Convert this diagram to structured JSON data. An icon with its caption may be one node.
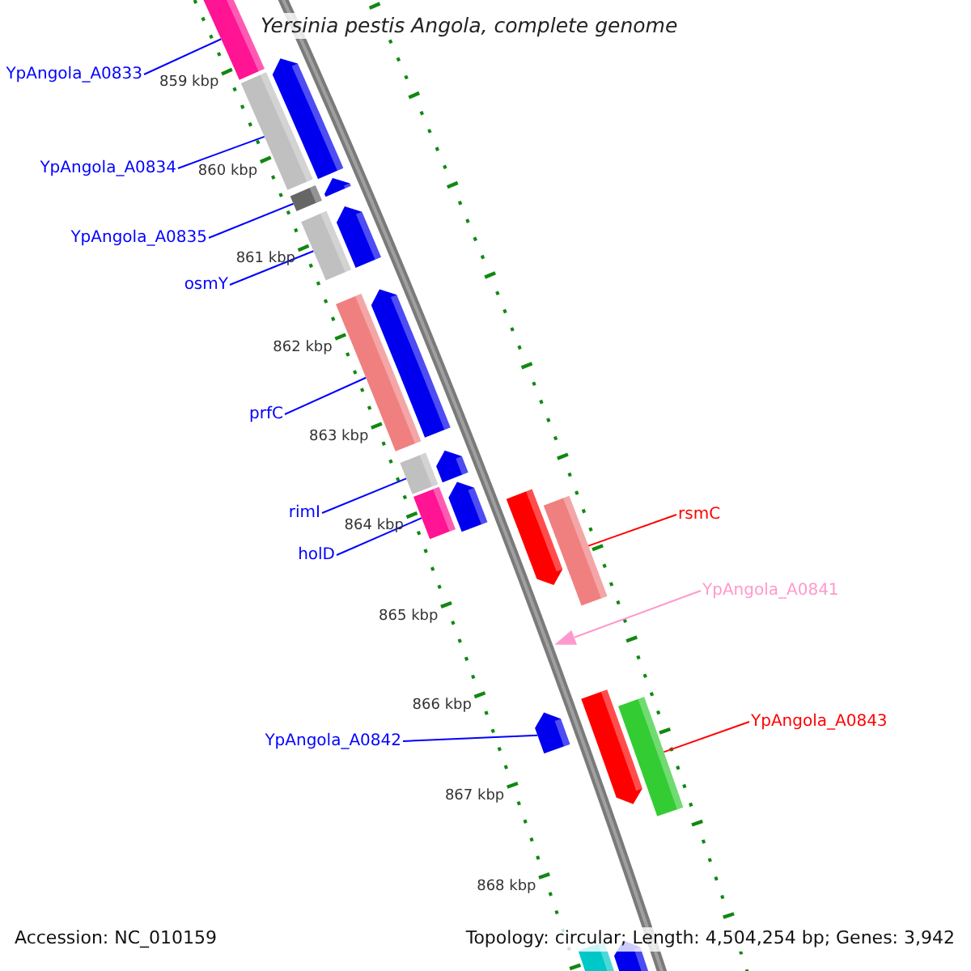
{
  "diagram": {
    "title": "Yersinia pestis Angola, complete genome",
    "nodes": [
      {
        "text": [
          "YpAngola_A0833"
        ]
      },
      {
        "text": [],
        "shape": "bar"
      },
      {
        "text": [
          "YpAngola_A0834"
        ]
      },
      {
        "text": [],
        "shape": "bar"
      },
      {
        "text": [
          "YpAngola_A0835"
        ]
      },
      {
        "text": [],
        "shape": "bar"
      },
      {
        "text": [
          "osmY"
        ]
      },
      {
        "text": [],
        "shape": "bar"
      },
      {
        "text": [
          "prfC"
        ]
      },
      {
        "text": [],
        "shape": "bar"
      },
      {
        "text": [
          "rimI"
        ]
      },
      {
        "text": [],
        "shape": "bar"
      },
      {
        "text": [
          "holD"
        ]
      },
      {
        "text": [],
        "shape": "bar"
      },
      {
        "text": [
          "rsmC"
        ]
      },
      {
        "text": [],
        "shape": "bar"
      },
      {
        "text": [
          "YpAngola_A0841"
        ]
      },
      {
        "text": [],
        "shape": "triangle"
      },
      {
        "text": [
          "YpAngola_A0842"
        ]
      },
      {
        "text": [],
        "shape": "arrow"
      },
      {
        "text": [
          "YpAngola_A0843"
        ]
      },
      {
        "text": [],
        "shape": "bar"
      }
    ],
    "edges": [
      {
        "from": 0,
        "to": 1,
        "arrow": "none"
      },
      {
        "from": 2,
        "to": 3,
        "arrow": "none"
      },
      {
        "from": 4,
        "to": 5,
        "arrow": "none"
      },
      {
        "from": 6,
        "to": 7,
        "arrow": "none"
      },
      {
        "from": 8,
        "to": 9,
        "arrow": "none"
      },
      {
        "from": 10,
        "to": 11,
        "arrow": "none"
      },
      {
        "from": 12,
        "to": 13,
        "arrow": "none"
      },
      {
        "from": 14,
        "to": 15,
        "arrow": "none",
        "color": "#ff0000"
      },
      {
        "from": 16,
        "to": 17,
        "arrow": "none",
        "color": "#ff99cc"
      },
      {
        "from": 18,
        "to": 19,
        "arrow": "none"
      },
      {
        "from": 20,
        "to": 21,
        "arrow": "none",
        "color": "#ff0000"
      }
    ],
    "labels": [
      "859 kbp",
      "860 kbp",
      "861 kbp",
      "862 kbp",
      "863 kbp",
      "864 kbp",
      "865 kbp",
      "866 kbp",
      "867 kbp",
      "868 kbp",
      "Accession: NC_010159",
      "Topology: circular; Length: 4,504,254 bp; Genes: 3,942"
    ]
  }
}
